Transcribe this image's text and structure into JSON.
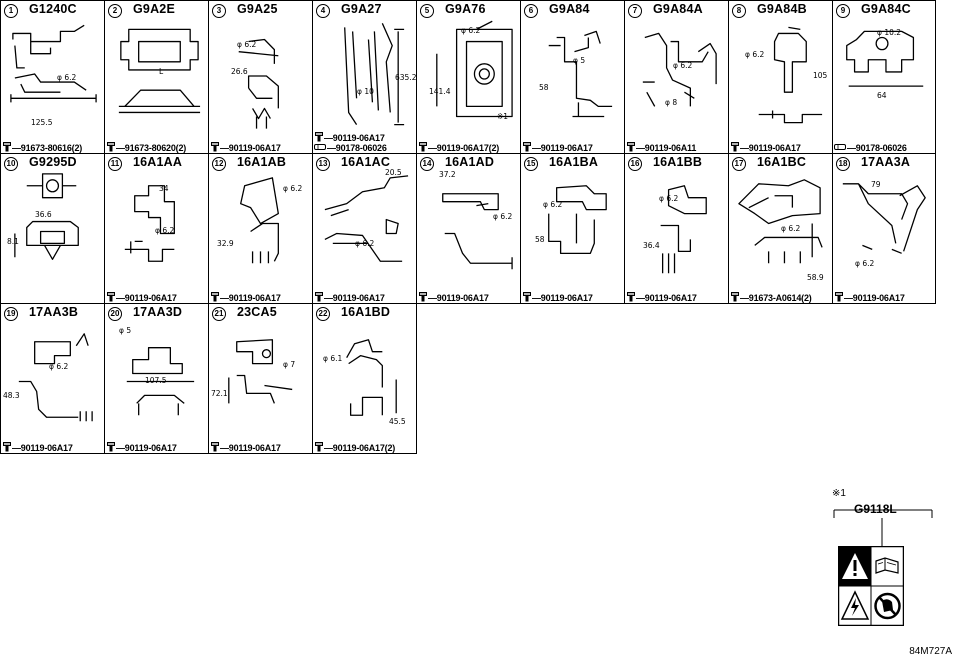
{
  "cells": [
    {
      "no": "1",
      "code": "G1240C",
      "dims": [
        "φ 6.2",
        "125.5"
      ],
      "part": "91673-80616(2)"
    },
    {
      "no": "2",
      "code": "G9A2E",
      "dims": [
        "L"
      ],
      "part": "91673-80620(2)"
    },
    {
      "no": "3",
      "code": "G9A25",
      "dims": [
        "φ 6.2",
        "26.6"
      ],
      "part": "90119-06A17"
    },
    {
      "no": "4",
      "code": "G9A27",
      "dims": [
        "φ 10",
        "635.2"
      ],
      "part": "90119-06A17",
      "part2": "90178-06026"
    },
    {
      "no": "5",
      "code": "G9A76",
      "dims": [
        "φ 6.2",
        "141.4",
        "※1"
      ],
      "part": "90119-06A17(2)"
    },
    {
      "no": "6",
      "code": "G9A84",
      "dims": [
        "φ 5",
        "58"
      ],
      "part": "90119-06A17"
    },
    {
      "no": "7",
      "code": "G9A84A",
      "dims": [
        "φ 6.2",
        "φ 8"
      ],
      "part": "90119-06A11"
    },
    {
      "no": "8",
      "code": "G9A84B",
      "dims": [
        "φ 6.2",
        "105"
      ],
      "part": "90119-06A17"
    },
    {
      "no": "9",
      "code": "G9A84C",
      "dims": [
        "φ 10.2",
        "64"
      ],
      "part": "90178-06026"
    },
    {
      "no": "10",
      "code": "G9295D",
      "dims": [
        "36.6",
        "8.1"
      ],
      "part": ""
    },
    {
      "no": "11",
      "code": "16A1AA",
      "dims": [
        "34",
        "φ 6.2"
      ],
      "part": "90119-06A17"
    },
    {
      "no": "12",
      "code": "16A1AB",
      "dims": [
        "φ 6.2",
        "32.9"
      ],
      "part": "90119-06A17"
    },
    {
      "no": "13",
      "code": "16A1AC",
      "dims": [
        "20.5",
        "φ 6.2"
      ],
      "part": "90119-06A17"
    },
    {
      "no": "14",
      "code": "16A1AD",
      "dims": [
        "37.2",
        "φ 6.2"
      ],
      "part": "90119-06A17"
    },
    {
      "no": "15",
      "code": "16A1BA",
      "dims": [
        "φ 6.2",
        "58"
      ],
      "part": "90119-06A17"
    },
    {
      "no": "16",
      "code": "16A1BB",
      "dims": [
        "φ 6.2",
        "36.4"
      ],
      "part": "90119-06A17"
    },
    {
      "no": "17",
      "code": "16A1BC",
      "dims": [
        "φ 6.2",
        "58.9"
      ],
      "part": "91673-A0614(2)"
    },
    {
      "no": "18",
      "code": "17AA3A",
      "dims": [
        "79",
        "φ 6.2"
      ],
      "part": "90119-06A17"
    },
    {
      "no": "19",
      "code": "17AA3B",
      "dims": [
        "φ 6.2",
        "48.3"
      ],
      "part": "90119-06A17"
    },
    {
      "no": "20",
      "code": "17AA3D",
      "dims": [
        "φ 5",
        "107.5"
      ],
      "part": "90119-06A17"
    },
    {
      "no": "21",
      "code": "23CA5",
      "dims": [
        "φ 7",
        "72.1"
      ],
      "part": "90119-06A17"
    },
    {
      "no": "22",
      "code": "16A1BD",
      "dims": [
        "φ 6.1",
        "45.5"
      ],
      "part": "90119-06A17(2)"
    }
  ],
  "legend": {
    "note": "※1",
    "code": "G9118L"
  },
  "figure_id": "84M727A"
}
